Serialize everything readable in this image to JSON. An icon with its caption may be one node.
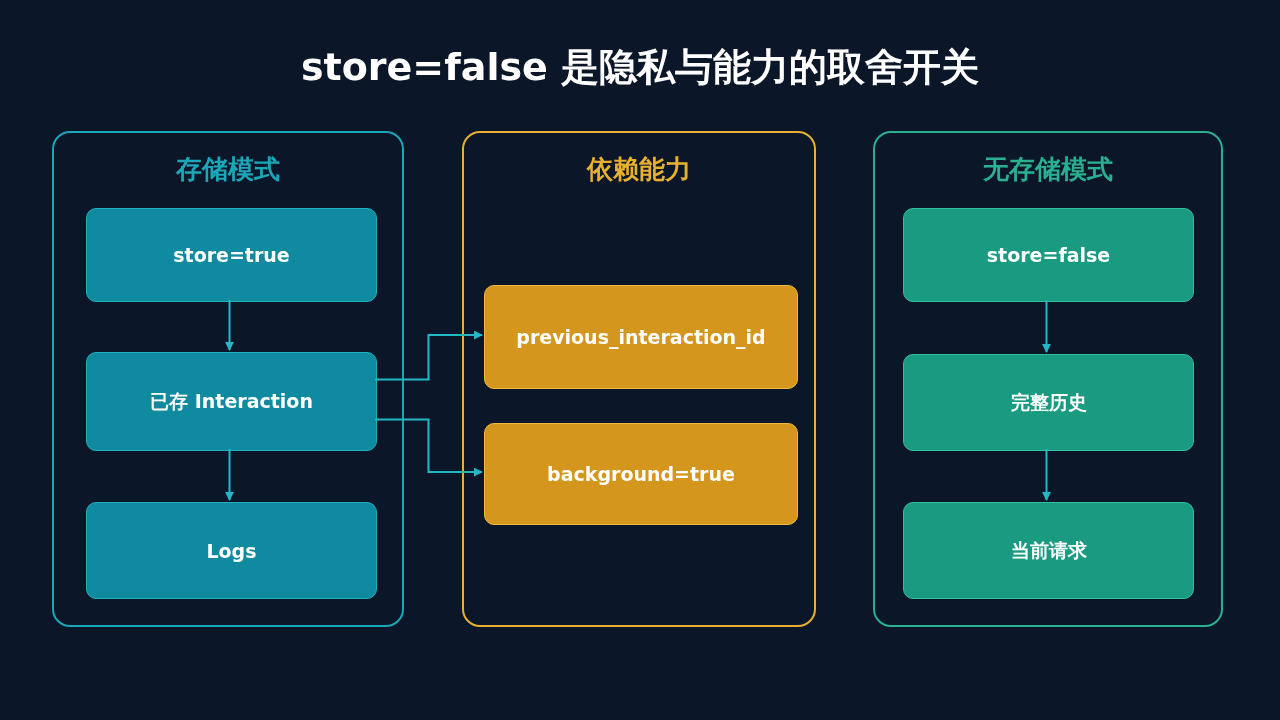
{
  "diagram": {
    "title": "store=false 是隐私与能力的取舍开关",
    "nodes": [
      {
        "text": [
          "存储模式"
        ]
      },
      {
        "text": [
          "store=true"
        ],
        "in": 0
      },
      {
        "text": [
          "已存 Interaction"
        ],
        "in": 0
      },
      {
        "text": [
          "Logs"
        ],
        "in": 0
      },
      {
        "text": [
          "依赖能力"
        ]
      },
      {
        "text": [
          "previous_interaction_id"
        ],
        "in": 4
      },
      {
        "text": [
          "background=true"
        ],
        "in": 4
      },
      {
        "text": [
          "无存储模式"
        ]
      },
      {
        "text": [
          "store=false"
        ],
        "in": 7
      },
      {
        "text": [
          "完整历史"
        ],
        "in": 7
      },
      {
        "text": [
          "当前请求"
        ],
        "in": 7
      }
    ],
    "edges": [
      {
        "from": 1,
        "to": 2,
        "arrow": "to"
      },
      {
        "from": 2,
        "to": 3,
        "arrow": "to"
      },
      {
        "from": 2,
        "to": 5,
        "arrow": "to"
      },
      {
        "from": 2,
        "to": 6,
        "arrow": "to"
      },
      {
        "from": 8,
        "to": 9,
        "arrow": "to"
      },
      {
        "from": 9,
        "to": 10,
        "arrow": "to"
      }
    ]
  }
}
